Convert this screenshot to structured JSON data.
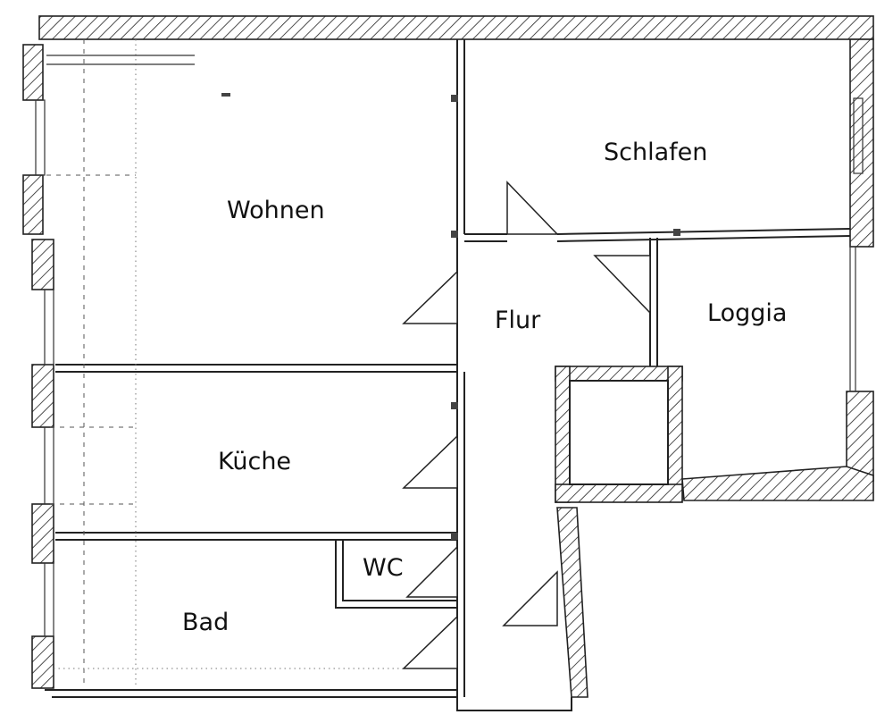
{
  "rooms": {
    "wohnen": "Wohnen",
    "schlafen": "Schlafen",
    "flur": "Flur",
    "loggia": "Loggia",
    "kueche": "Küche",
    "wc": "WC",
    "bad": "Bad"
  }
}
